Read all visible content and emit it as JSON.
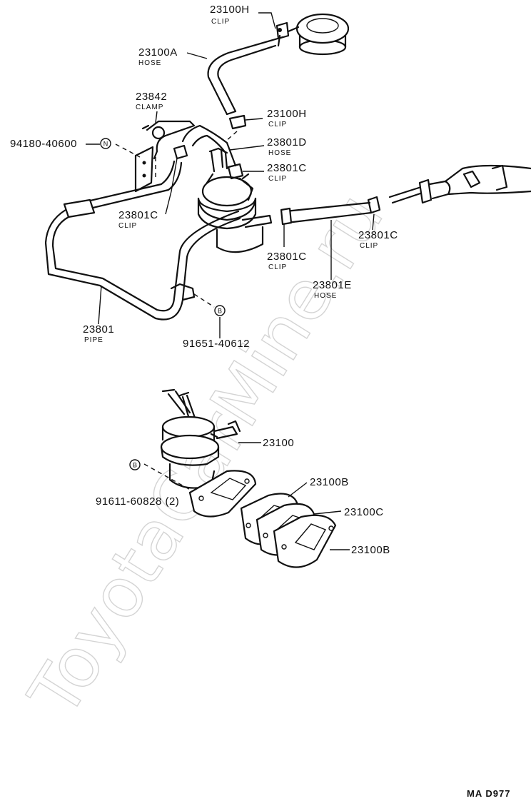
{
  "watermark": "ToyotaCarMine.ru",
  "diagram_code": "MA D977",
  "labels": {
    "p23100H_top": {
      "number": "23100H",
      "type": "CLIP"
    },
    "p23100A": {
      "number": "23100A",
      "type": "HOSE"
    },
    "p23842": {
      "number": "23842",
      "type": "CLAMP"
    },
    "p94180": {
      "number": "94180-40600",
      "symbol": "N"
    },
    "p23100H_mid": {
      "number": "23100H",
      "type": "CLIP"
    },
    "p23801D": {
      "number": "23801D",
      "type": "HOSE"
    },
    "p23801C_a": {
      "number": "23801C",
      "type": "CLIP"
    },
    "p23801C_b": {
      "number": "23801C",
      "type": "CLIP"
    },
    "p23801C_c": {
      "number": "23801C",
      "type": "CLIP"
    },
    "p23801C_d": {
      "number": "23801C",
      "type": "CLIP"
    },
    "p23801E": {
      "number": "23801E",
      "type": "HOSE"
    },
    "p23801": {
      "number": "23801",
      "type": "PIPE"
    },
    "p91651": {
      "number": "91651-40612",
      "symbol": "B"
    },
    "p23100": {
      "number": "23100"
    },
    "p91611": {
      "number": "91611-60828 (2)",
      "symbol": "B"
    },
    "p23100B_a": {
      "number": "23100B"
    },
    "p23100C": {
      "number": "23100C"
    },
    "p23100B_b": {
      "number": "23100B"
    }
  }
}
